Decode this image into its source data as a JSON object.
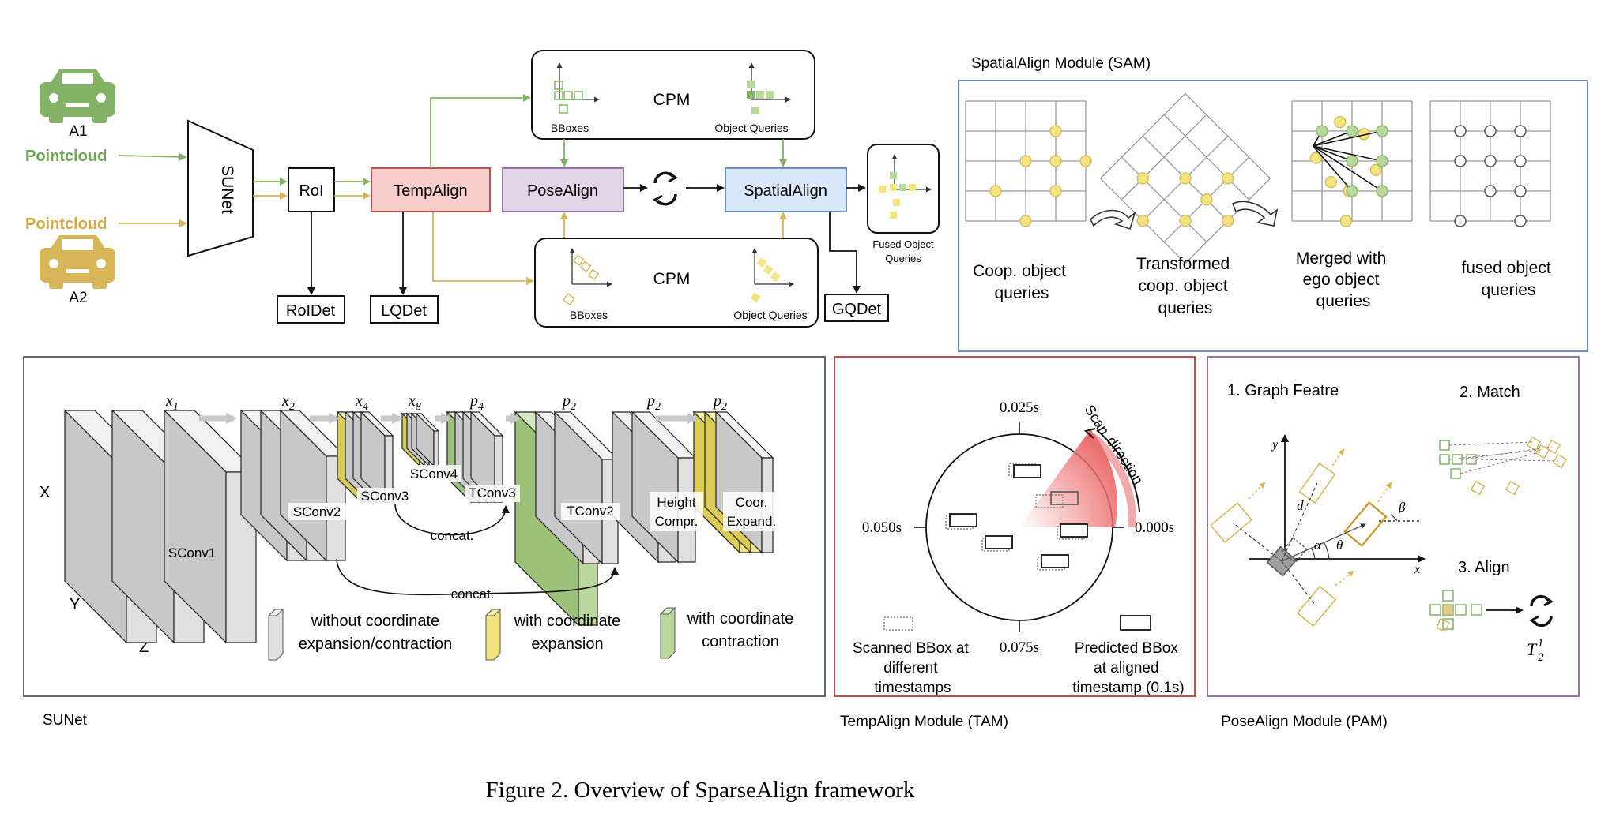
{
  "colors": {
    "green": "#82b366",
    "green_fill": "#b9d89b",
    "green_label": "#6aa84f",
    "yellow": "#d6b656",
    "yellow_fill": "#f2e47f",
    "yellow_label": "#d4a83a",
    "temp_fill": "#f8cecc",
    "temp_stroke": "#b85450",
    "pose_fill": "#e1d5e7",
    "pose_stroke": "#9673a6",
    "spatial_fill": "#dae8fc",
    "spatial_stroke": "#6c8ebf",
    "sam_border": "#6c8ebf",
    "tam_border": "#c0504d",
    "pam_border": "#9673a6",
    "sunet_border": "#666666",
    "gray_block": "#e0e0e0"
  },
  "top": {
    "agent1": {
      "label": "A1",
      "input": "Pointcloud",
      "icon": "car-icon"
    },
    "agent2": {
      "label": "A2",
      "input": "Pointcloud",
      "icon": "car-icon"
    },
    "sunet": "SUNet",
    "roi": "RoI",
    "roidet": "RoIDet",
    "tempalign": "TempAlign",
    "lqdet": "LQDet",
    "posealign": "PoseAlign",
    "spatialalign": "SpatialAlign",
    "gqdet": "GQDet",
    "cpm_top": {
      "title": "CPM",
      "bboxes": "BBoxes",
      "queries": "Object Queries"
    },
    "cpm_bottom": {
      "title": "CPM",
      "bboxes": "BBoxes",
      "queries": "Object Queries"
    },
    "fused_line1": "Fused Object",
    "fused_line2": "Queries"
  },
  "sam": {
    "title": "SpatialAlign Module (SAM)",
    "caption1": [
      "Coop. object",
      "queries"
    ],
    "caption2": [
      "Transformed",
      "coop. object",
      "queries"
    ],
    "caption3": [
      "Merged with",
      "ego object",
      "queries"
    ],
    "caption4": [
      "fused object",
      "queries"
    ]
  },
  "sunet_panel": {
    "caption": "SUNet",
    "axis_x": "X",
    "axis_y": "Y",
    "axis_z": "Z",
    "scales": [
      "x_1",
      "x_2",
      "x_4",
      "x_8",
      "p_4",
      "p_2",
      "p_2",
      "p_2"
    ],
    "layers": {
      "sconv1": "SConv1",
      "sconv2": "SConv2",
      "sconv3": "SConv3",
      "sconv4": "SConv4",
      "tconv3": "TConv3",
      "tconv2": "TConv2",
      "height1": "Height",
      "height2": "Compr.",
      "coor1": "Coor.",
      "coor2": "Expand."
    },
    "concat": "concat.",
    "legend": [
      {
        "line1": "without  coordinate",
        "line2": "expansion/contraction",
        "color": "#e0e0e0"
      },
      {
        "line1": "with  coordinate",
        "line2": "expansion",
        "color": "#f2e47f"
      },
      {
        "line1": "with  coordinate",
        "line2": "contraction",
        "color": "#b9d89b"
      }
    ]
  },
  "tam": {
    "caption": "TempAlign Module (TAM)",
    "t_top": "0.025s",
    "t_left": "0.050s",
    "t_right": "0.000s",
    "t_bottom": "0.075s",
    "scan": [
      "Scan",
      "direction"
    ],
    "legend_scanned": [
      "Scanned BBox at",
      "different",
      "timestamps"
    ],
    "legend_predicted": [
      "Predicted BBox",
      "at aligned",
      "timestamp (0.1s)"
    ]
  },
  "pam": {
    "caption": "PoseAlign Module (PAM)",
    "step1": "1. Graph Featre",
    "step2": "2. Match",
    "step3": "3. Align",
    "axis_x": "x",
    "axis_y": "y",
    "d": "d",
    "alpha": "α",
    "theta": "θ",
    "beta": "β",
    "transform": "T",
    "transform_sub": "2",
    "transform_sup": "1"
  },
  "figure_caption": "Figure 2. Overview of SparseAlign framework"
}
